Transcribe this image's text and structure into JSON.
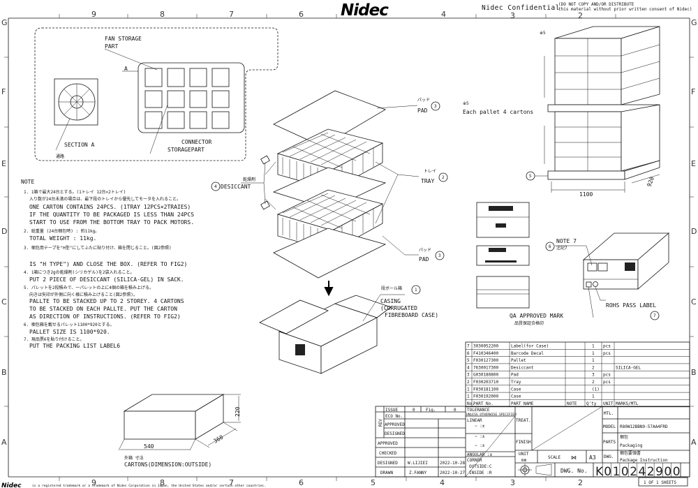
{
  "header": {
    "logo": "Nidec",
    "confidential": "Nidec Confidential",
    "notice_line1": "(DO NOT COPY AND/OR DISTRIBUTE",
    "notice_line2": "this material without prior written consent of Nidec)"
  },
  "frame": {
    "columns": [
      "9",
      "8",
      "7",
      "6",
      "5",
      "4",
      "3",
      "2"
    ],
    "rows": [
      "G",
      "F",
      "E",
      "D",
      "C",
      "B",
      "A"
    ]
  },
  "section_view": {
    "fan_storage_1": "FAN STORAGE",
    "fan_storage_2": "PART",
    "arrow_label": "A",
    "section_label": "SECTION A",
    "passage_jp": "通路",
    "connector_1": "CONNECTOR",
    "connector_2": "STORAGEPART"
  },
  "notes": {
    "title": "NOTE",
    "lines": [
      "1. 1箱で最大24台とする。(1トレイ 12台×2トレイ)",
      "入り数が24台未満の場合は、最下段のトレイから優先してモータを入れること。",
      "ONE CARTON CONTAINS 24PCS. (1TRAY 12PCS×2TRAIES)",
      "IF THE QUANTITY TO BE PACKAGED IS LESS THAN 24PCS",
      "START TO USE FROM THE BOTTOM TRAY TO PACK MOTORS.",
      "2. 総重量 (24台梱包時) : 約11kg。",
      "TOTAL WEIGHT : 11kg.",
      "3. 梱包用テープを\"H型\"にしてふたに貼り付け、箱を閉じること。(図2参照)",
      "IS \"H TYPE\") AND CLOSE THE BOX. (REFER TO FIG2)",
      "4. 1箱につき2gの乾燥剤(シリカゲル)を2袋入れること。",
      "PUT 2 PIECE OF DESICCANT (SILICA-GEL) IN SACK.",
      "5. パレットを2段積みで、一パレットの上に4個の箱を積み上げる。",
      "向きは矢印が外側に向く様に積み上げること(図2参照)。",
      "PALLTE TO BE STACKED UP TO 2 STOREY. 4 CARTONS",
      "TO BE STACKED ON EACH PALLTE. PUT THE CARTON",
      "AS DIRECTION OF INSTRUCTIONS. (REFER TO FIG2)",
      "6. 梱包箱を載せるパレット1100*920とする。",
      "PALLET SIZE IS 1100*920.",
      "7. 現品票6を貼り付けること。",
      "PUT THE PACKING LIST LABEL6"
    ]
  },
  "exploded_view": {
    "pad_top_jp": "パッド",
    "pad_top": "PAD",
    "pad_top_no": "3",
    "tray_jp": "トレイ",
    "tray": "TRAY",
    "tray_no": "2",
    "pad_bottom_jp": "パッド",
    "pad_bottom": "PAD",
    "pad_bottom_no": "3",
    "desiccant_jp": "乾燥剤",
    "desiccant": "DESICCANT",
    "desiccant_no": "4",
    "casing_jp": "段ボール箱",
    "casing_no": "1",
    "casing_1": "CASING",
    "casing_2": "(CORRUGATED",
    "casing_3": "FIBREBOARD CASE)"
  },
  "pallet_view": {
    "ref_top": "※5",
    "ref_note": "※5",
    "each_pallet": "Each pallet 4 cartons",
    "width_dim": "1100",
    "depth_dim": "920",
    "pallet_no": "5"
  },
  "label_view": {
    "note7": "NOTE 7",
    "note7_jp": "注記7",
    "label_no": "6",
    "qa_mark": "QA APPROVED MARK",
    "qa_mark_jp": "品質保証合格印",
    "rohs": "ROHS PASS LABEL",
    "rohs_no": "7"
  },
  "carton_dims": {
    "length": "540",
    "width": "360",
    "height": "220",
    "caption_jp": "外箱 寸法",
    "caption": "CARTONS(DIMENSION:OUTSIDE)"
  },
  "bom": {
    "headers": [
      "No.",
      "PART No.",
      "PART NAME",
      "NOTE",
      "Q'ty",
      "UNIT",
      "MARKS/MTL"
    ],
    "rows": [
      [
        "7",
        "3030052200",
        "Label(for Case)",
        "",
        "1",
        "pcs",
        ""
      ],
      [
        "6",
        "F410346400",
        "Barcode Decal",
        "",
        "1",
        "pcs",
        ""
      ],
      [
        "5",
        "F030127300",
        "Pallet",
        "",
        "1",
        "",
        ""
      ],
      [
        "4",
        "7630017300",
        "Desiccant",
        "",
        "2",
        "",
        "SILICA-GEL"
      ],
      [
        "3",
        "G030180800",
        "Pad",
        "",
        "3",
        "pcs",
        ""
      ],
      [
        "2",
        "F030203710",
        "Tray",
        "",
        "2",
        "pcs",
        ""
      ],
      [
        "1",
        "F030181100",
        "Case",
        "",
        "(1)",
        "",
        ""
      ],
      [
        "1",
        "F030192000",
        "Case",
        "",
        "1",
        "",
        ""
      ]
    ]
  },
  "title_block": {
    "rev": "REV",
    "issue_label": "ISSUE",
    "issue": "0",
    "fig_label": "Fig.",
    "fig": "0",
    "eco_label": "ECO No.",
    "rev_approved": "APPROVED",
    "rev_designed": "DESIGNED",
    "approved": "APPROVED",
    "checked": "CHECKED",
    "designed": "DESIGNED",
    "designer": "W.LIJIEI",
    "designed_date": "2022-10-28",
    "drawn": "DRAWN",
    "drawer": "Z.FANNY",
    "drawn_date": "2022-10-27",
    "tolerance": "TOLERANCE",
    "unless": "UNLESS OTHERWISE SPECIFIED",
    "linear": "LINEAR",
    "tol_rows": [
      "~  :±",
      "~  :±",
      "~  :±"
    ],
    "angular": "ANGULAR :±",
    "corner": "CORNER",
    "outside": "OUTSIDE:C",
    "inside": "INSIDE :R",
    "treat": "TREAT.",
    "finish": "FINISH",
    "unit": "UNIT",
    "unit_value": "mm",
    "scale": "SCALE",
    "scale_value": "⋈",
    "paper": "A3",
    "mtl": "MTL.",
    "model_label": "MODEL",
    "model": "R80W12BBN9-57AA4FRD",
    "parts_label": "PARTS",
    "parts_jp": "梱包",
    "parts": "Packaging",
    "dwg_label": "DWG.",
    "dwg_jp": "梱包要領書",
    "dwg": "Package Instruction",
    "dwg_no_label": "DWG. No.",
    "dwg_no": [
      "K",
      "0",
      "1",
      "0",
      "2",
      "4",
      "2",
      "9",
      "0",
      "0"
    ],
    "sheets": "1 OF 1 SHEETS"
  },
  "footer": {
    "logo": "Nidec",
    "trademark": "is a registered trademark or a trademark of Nidec Corporation in Japan, the United States and/or certain other countries."
  }
}
